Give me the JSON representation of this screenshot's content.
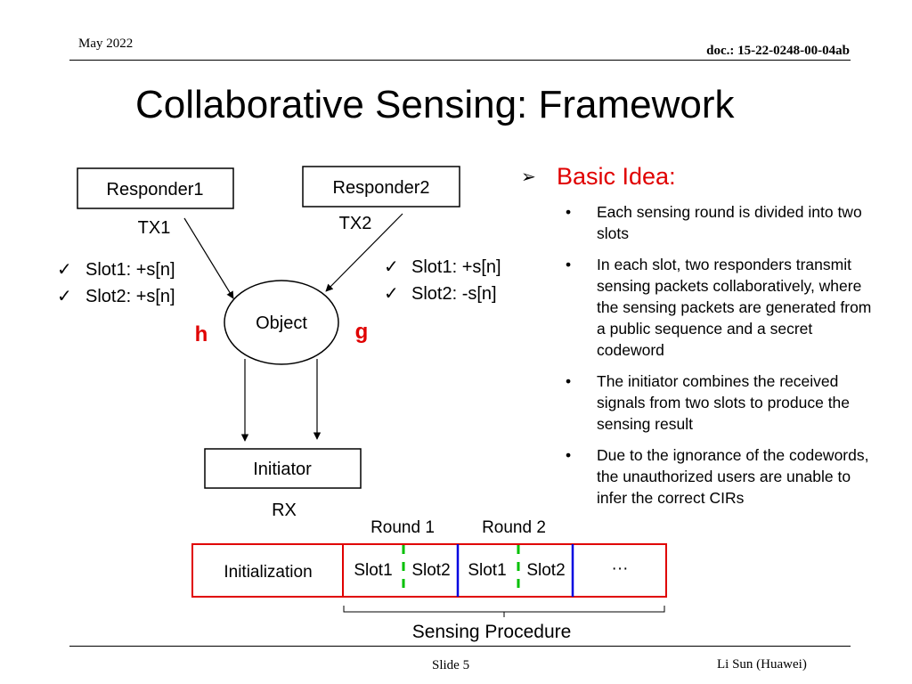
{
  "header": {
    "date": "May 2022",
    "doc": "doc.: 15-22-0248-00-04ab"
  },
  "title": "Collaborative Sensing: Framework",
  "diagram": {
    "responder1": "Responder1",
    "responder2": "Responder2",
    "tx1": "TX1",
    "tx2": "TX2",
    "object": "Object",
    "initiator": "Initiator",
    "rx": "RX",
    "h": "h",
    "g": "g",
    "left_slots": [
      "Slot1: +s[n]",
      "Slot2: +s[n]"
    ],
    "right_slots": [
      "Slot1: +s[n]",
      "Slot2: -s[n]"
    ],
    "check_mark": "✓",
    "highlight_color": "#e00000"
  },
  "timeline": {
    "round1": "Round 1",
    "round2": "Round 2",
    "initialization": "Initialization",
    "slots": [
      "Slot1",
      "Slot2",
      "Slot1",
      "Slot2"
    ],
    "ellipsis": "···",
    "procedure": "Sensing Procedure",
    "border_color": "#e00000",
    "round_divider_color": "#0000e0",
    "slot_divider_color": "#00c000"
  },
  "basic_idea": {
    "title": "Basic Idea:",
    "arrow": "➢",
    "bullet": "•",
    "points": [
      "Each sensing round is divided into two slots",
      "In each slot, two responders transmit sensing packets collaboratively, where the sensing packets are generated from a public sequence and a secret codeword",
      "The initiator combines the received signals from two slots to produce the sensing result",
      "Due to the ignorance of the codewords, the unauthorized users are unable to infer the correct CIRs"
    ]
  },
  "footer": {
    "slide": "Slide 5",
    "author": "Li Sun (Huawei)"
  }
}
